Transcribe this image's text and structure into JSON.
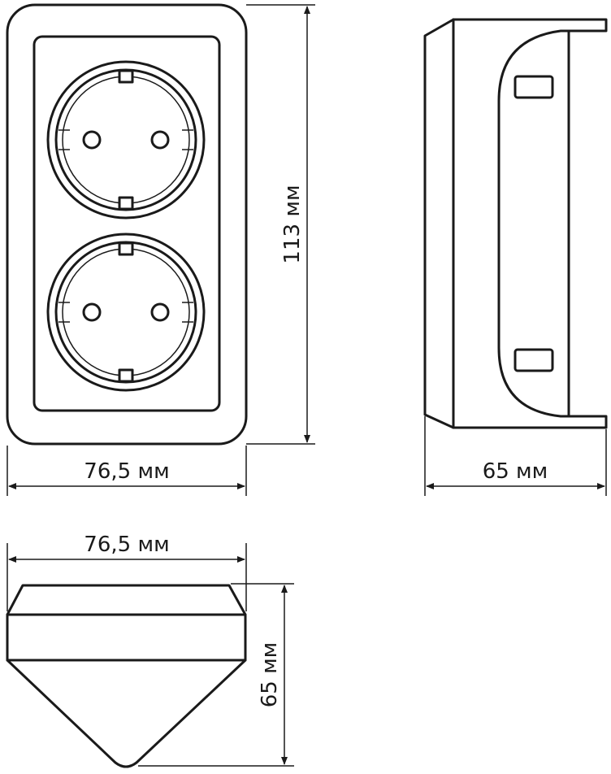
{
  "dimensions": {
    "front_width": "76,5 мм",
    "front_height": "113 мм",
    "side_depth": "65 мм",
    "top_width": "76,5 мм",
    "top_depth": "65 мм"
  }
}
